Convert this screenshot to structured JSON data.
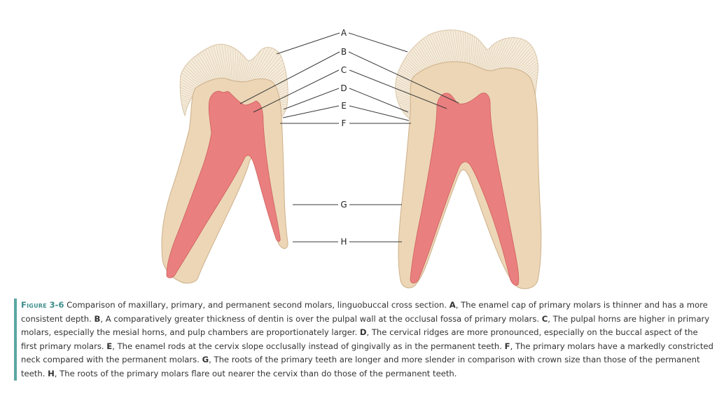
{
  "diagram": {
    "labels": [
      "A",
      "B",
      "C",
      "D",
      "E",
      "F",
      "G",
      "H"
    ],
    "colors": {
      "enamel": "#f6ecdc",
      "enamel_stroke": "#d8c6a8",
      "dentin": "#ecd6b6",
      "dentin_stroke": "#cdb08a",
      "pulp": "#ea7f7f",
      "pulp_stroke": "#cf5e5e",
      "accent": "#3f8f8c"
    }
  },
  "caption": {
    "figure_label": "Figure",
    "figure_number": "3-6",
    "intro": "Comparison of maxillary, primary, and permanent second molars, linguobuccal cross section.",
    "items": [
      {
        "key": "A",
        "text": "The enamel cap of primary molars is thinner and has a more consistent depth."
      },
      {
        "key": "B",
        "text": "A comparatively greater thickness of dentin is over the pulpal wall at the occlusal fossa of primary molars."
      },
      {
        "key": "C",
        "text": "The pulpal horns are higher in primary molars, especially the mesial horns, and pulp chambers are proportionately larger."
      },
      {
        "key": "D",
        "text": "The cervical ridges are more pronounced, especially on the buccal aspect of the first primary molars."
      },
      {
        "key": "E",
        "text": "The enamel rods at the cervix slope occlusally instead of gingivally as in the permanent teeth."
      },
      {
        "key": "F",
        "text": "The primary molars have a markedly constricted neck compared with the permanent molars."
      },
      {
        "key": "G",
        "text": "The roots of the primary teeth are longer and more slender in comparison with crown size than those of the permanent teeth."
      },
      {
        "key": "H",
        "text": "The roots of the primary molars flare out nearer the cervix than do those of the permanent teeth."
      }
    ]
  }
}
